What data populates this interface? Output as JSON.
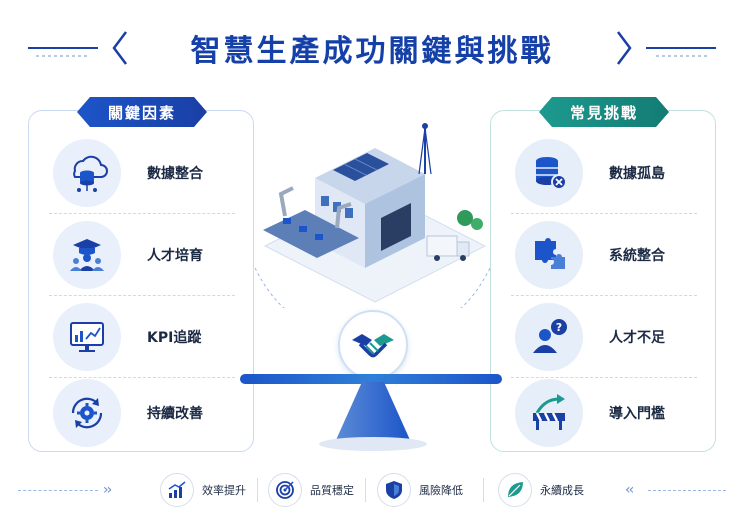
{
  "title": "智慧生產成功關鍵與挑戰",
  "key_factors": {
    "heading": "關鍵因素",
    "items": [
      {
        "label": "數據整合",
        "icon": "cloud-database-icon"
      },
      {
        "label": "人才培育",
        "icon": "graduation-team-icon"
      },
      {
        "label": "KPI追蹤",
        "icon": "dashboard-chart-icon"
      },
      {
        "label": "持續改善",
        "icon": "gear-cycle-icon"
      }
    ]
  },
  "challenges": {
    "heading": "常見挑戰",
    "items": [
      {
        "label": "數據孤島",
        "icon": "database-error-icon"
      },
      {
        "label": "系統整合",
        "icon": "puzzle-icon"
      },
      {
        "label": "人才不足",
        "icon": "person-question-icon"
      },
      {
        "label": "導入門檻",
        "icon": "barrier-arrow-icon"
      }
    ]
  },
  "outcomes": [
    {
      "label": "效率提升",
      "icon": "bar-growth-icon"
    },
    {
      "label": "品質穩定",
      "icon": "target-icon"
    },
    {
      "label": "風險降低",
      "icon": "shield-icon"
    },
    {
      "label": "永續成長",
      "icon": "leaf-icon"
    }
  ],
  "colors": {
    "primary_blue": "#1a3fa5",
    "accent_teal": "#137c73",
    "light_bg": "#e9f0fb"
  }
}
